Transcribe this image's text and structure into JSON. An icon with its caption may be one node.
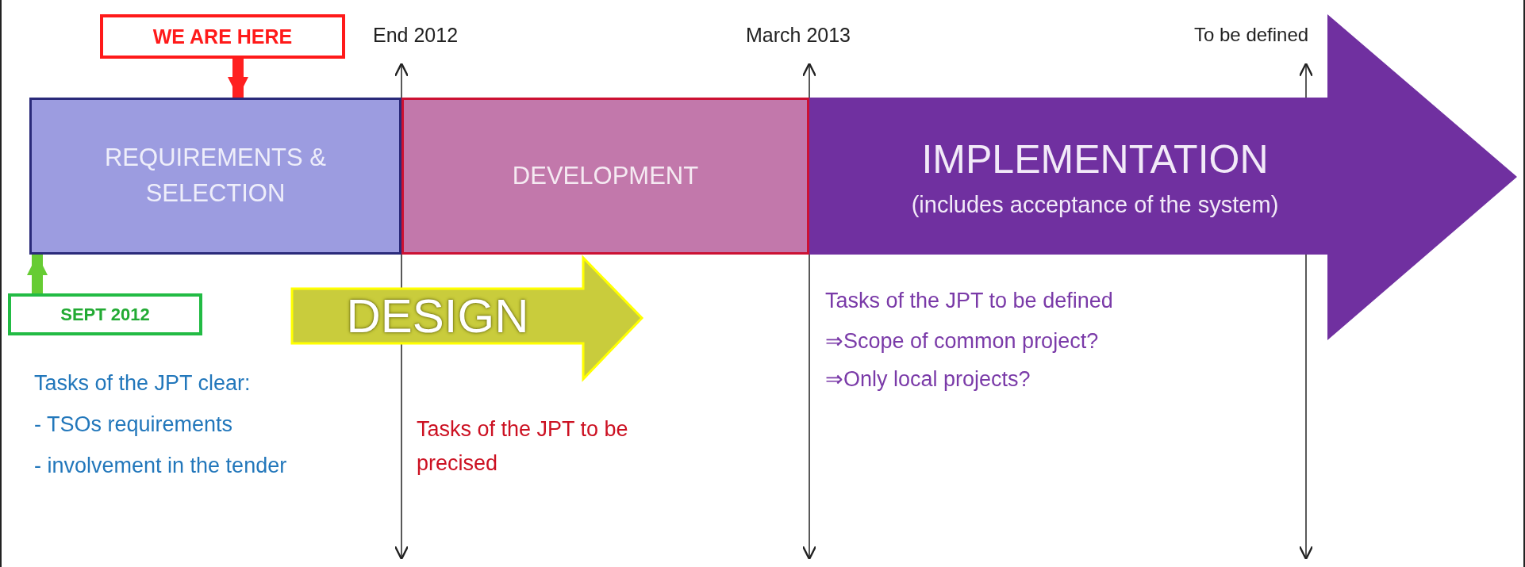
{
  "diagram": {
    "nodes": [
      {
        "text": [
          "WE ARE HERE"
        ]
      },
      {
        "text": [
          "SEPT 2012"
        ]
      },
      {
        "text": [
          "REQUIREMENTS & SELECTION"
        ]
      },
      {
        "text": [
          "DEVELOPMENT"
        ]
      },
      {
        "text": [
          "IMPLEMENTATION",
          "(includes acceptance of the system)"
        ]
      },
      {
        "text": [
          "DESIGN"
        ]
      }
    ],
    "edges": [
      {
        "from": 0,
        "to": 2,
        "arrow": "to",
        "color": "#ff2020"
      },
      {
        "from": 1,
        "to": 2,
        "arrow": "to",
        "color": "#66cc33"
      }
    ],
    "labels": [
      "End 2012",
      "March 2013",
      "To be defined",
      "Tasks of the JPT clear:",
      "- TSOs requirements",
      "- involvement in the tender",
      "Tasks of the JPT to be precised",
      "Tasks of the JPT to be defined",
      "⇒Scope of common project?",
      "⇒Only local projects?"
    ]
  }
}
